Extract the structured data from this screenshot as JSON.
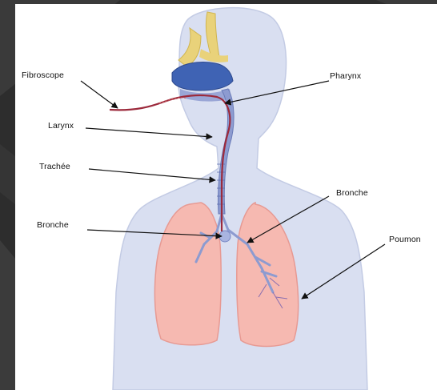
{
  "slide": {
    "background": "#2d2d2d",
    "card_background": "#ffffff"
  },
  "diagram": {
    "labels": {
      "fibroscope": "Fibroscope",
      "larynx": "Larynx",
      "trachee": "Trachée",
      "bronche_left": "Bronche",
      "pharynx": "Pharynx",
      "bronche_right": "Bronche",
      "poumon": "Poumon"
    },
    "colors": {
      "body": "#d9dff1",
      "body_outline": "#c3cbe4",
      "lung": "#f6b9b1",
      "lung_outline": "#e79a93",
      "nasal_cavity": "#3f63b4",
      "sinus": "#e9d27a",
      "airway": "#7d8fc9",
      "fibroscope_tube": "#9c2a3c",
      "arrow": "#111111"
    }
  }
}
